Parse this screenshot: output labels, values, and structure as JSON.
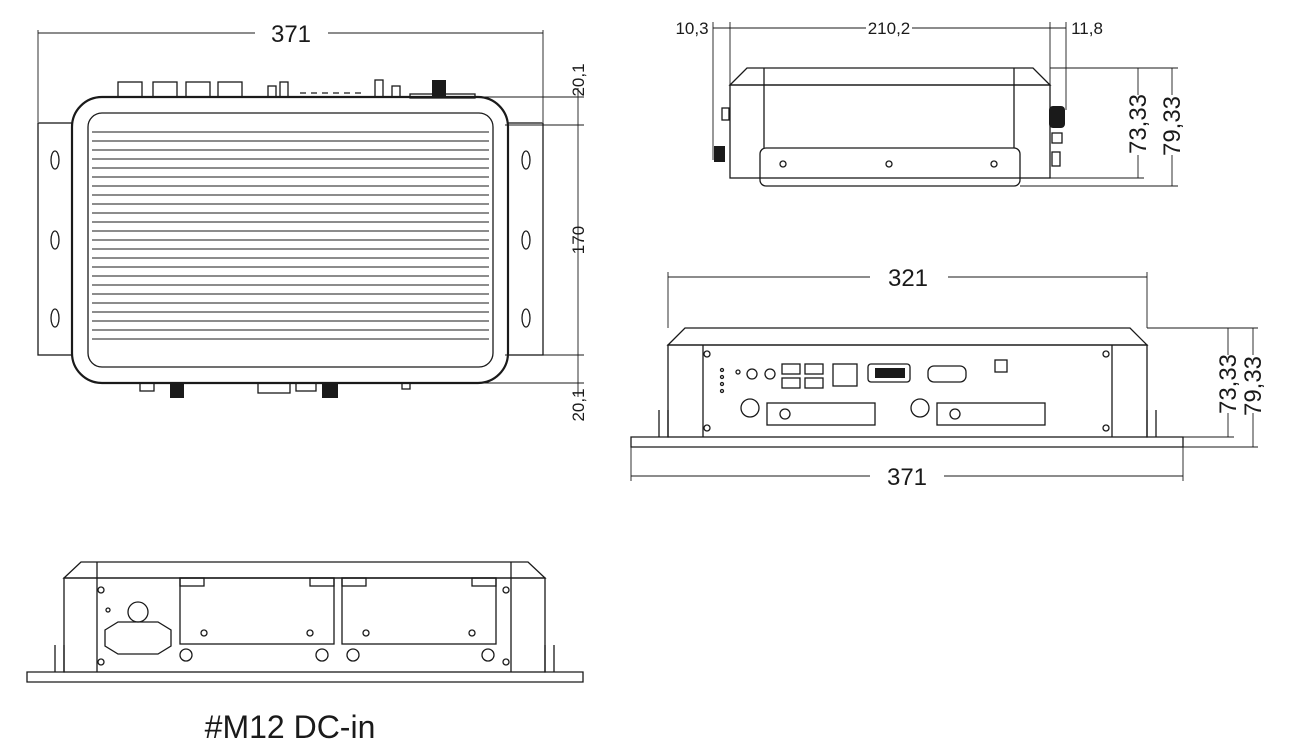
{
  "top_view": {
    "width_label": "371",
    "top_offset_label": "20,1",
    "depth_label": "170",
    "bottom_offset_label": "20,1"
  },
  "side_view": {
    "left_protrusion_label": "10,3",
    "body_length_label": "210,2",
    "right_protrusion_label": "11,8",
    "height_label": "73,33",
    "total_height_label": "79,33"
  },
  "front_view": {
    "body_width_label": "321",
    "total_width_label": "371",
    "height_label": "73,33",
    "total_height_label": "79,33"
  },
  "rear_view": {
    "caption": "#M12 DC-in"
  }
}
